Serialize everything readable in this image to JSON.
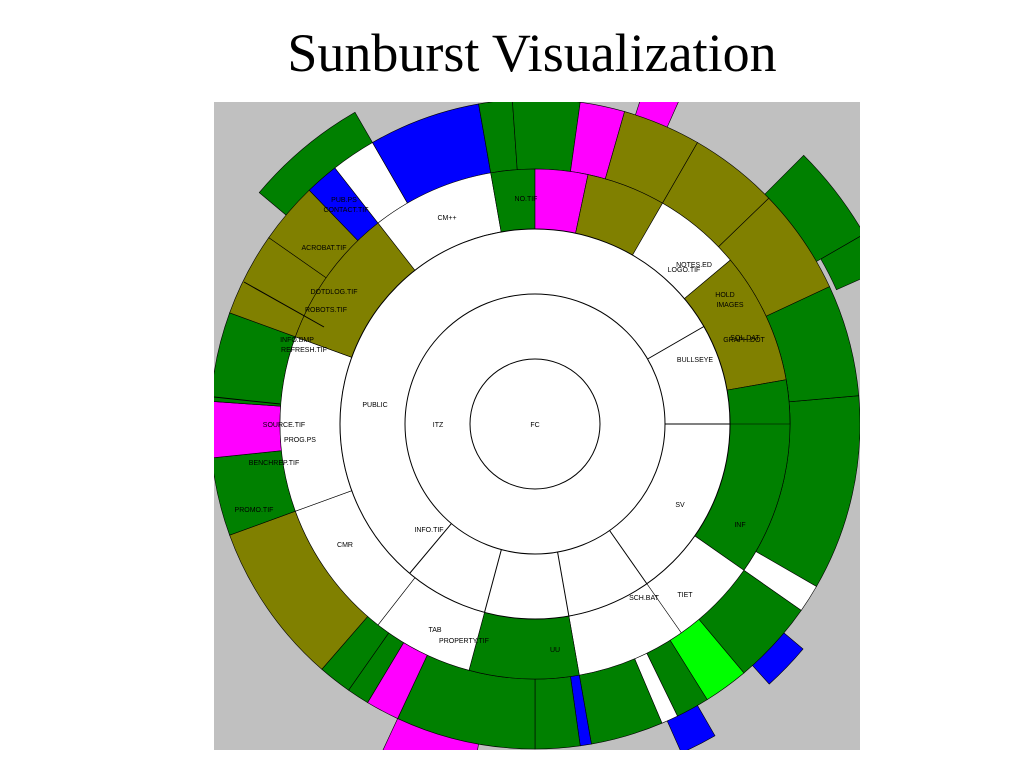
{
  "title": "Sunburst Visualization",
  "colors": {
    "background": "#c0c0c0",
    "white": "#ffffff",
    "green": "#008000",
    "olive": "#808000",
    "blue": "#0000ff",
    "magenta": "#ff00ff",
    "lime": "#00ff00",
    "yellow": "#ffff00"
  },
  "diagram": {
    "root": {
      "label": "FC"
    },
    "level1": [
      {
        "label": "ITZ"
      }
    ],
    "level2": [
      {
        "label": "PUBLIC"
      },
      {
        "label": "BULLSEYE"
      },
      {
        "label": "SV"
      },
      {
        "label": "UU"
      },
      {
        "label": "TAB"
      },
      {
        "label": "CMR"
      },
      {
        "label": "CM++"
      }
    ],
    "level3": [
      {
        "label": "IMAGES"
      },
      {
        "label": "TIET"
      },
      {
        "label": "HOLD"
      },
      {
        "label": "SQL.DAT"
      },
      {
        "label": "INF"
      }
    ],
    "leaves": [
      {
        "label": "PROMO.TIF"
      },
      {
        "label": "BENCHREP.TIF"
      },
      {
        "label": "SOURCE.TIF"
      },
      {
        "label": "REFRESH.TIF"
      },
      {
        "label": "ROBOTS.TIF"
      },
      {
        "label": "DOTDLOG.TIF"
      },
      {
        "label": "ACROBAT.TIF"
      },
      {
        "label": "CONTACT.TIF"
      },
      {
        "label": "INFO.BMP"
      },
      {
        "label": "PROG.PS"
      },
      {
        "label": "NO.TIF"
      },
      {
        "label": "PUB.PS"
      },
      {
        "label": "LOGO.TIF"
      },
      {
        "label": "GRAPH.DOT"
      },
      {
        "label": "INFO.TIF"
      },
      {
        "label": "PROPERTY.TIF"
      },
      {
        "label": "SCH.BAT"
      },
      {
        "label": "NOTES.ED"
      }
    ]
  }
}
